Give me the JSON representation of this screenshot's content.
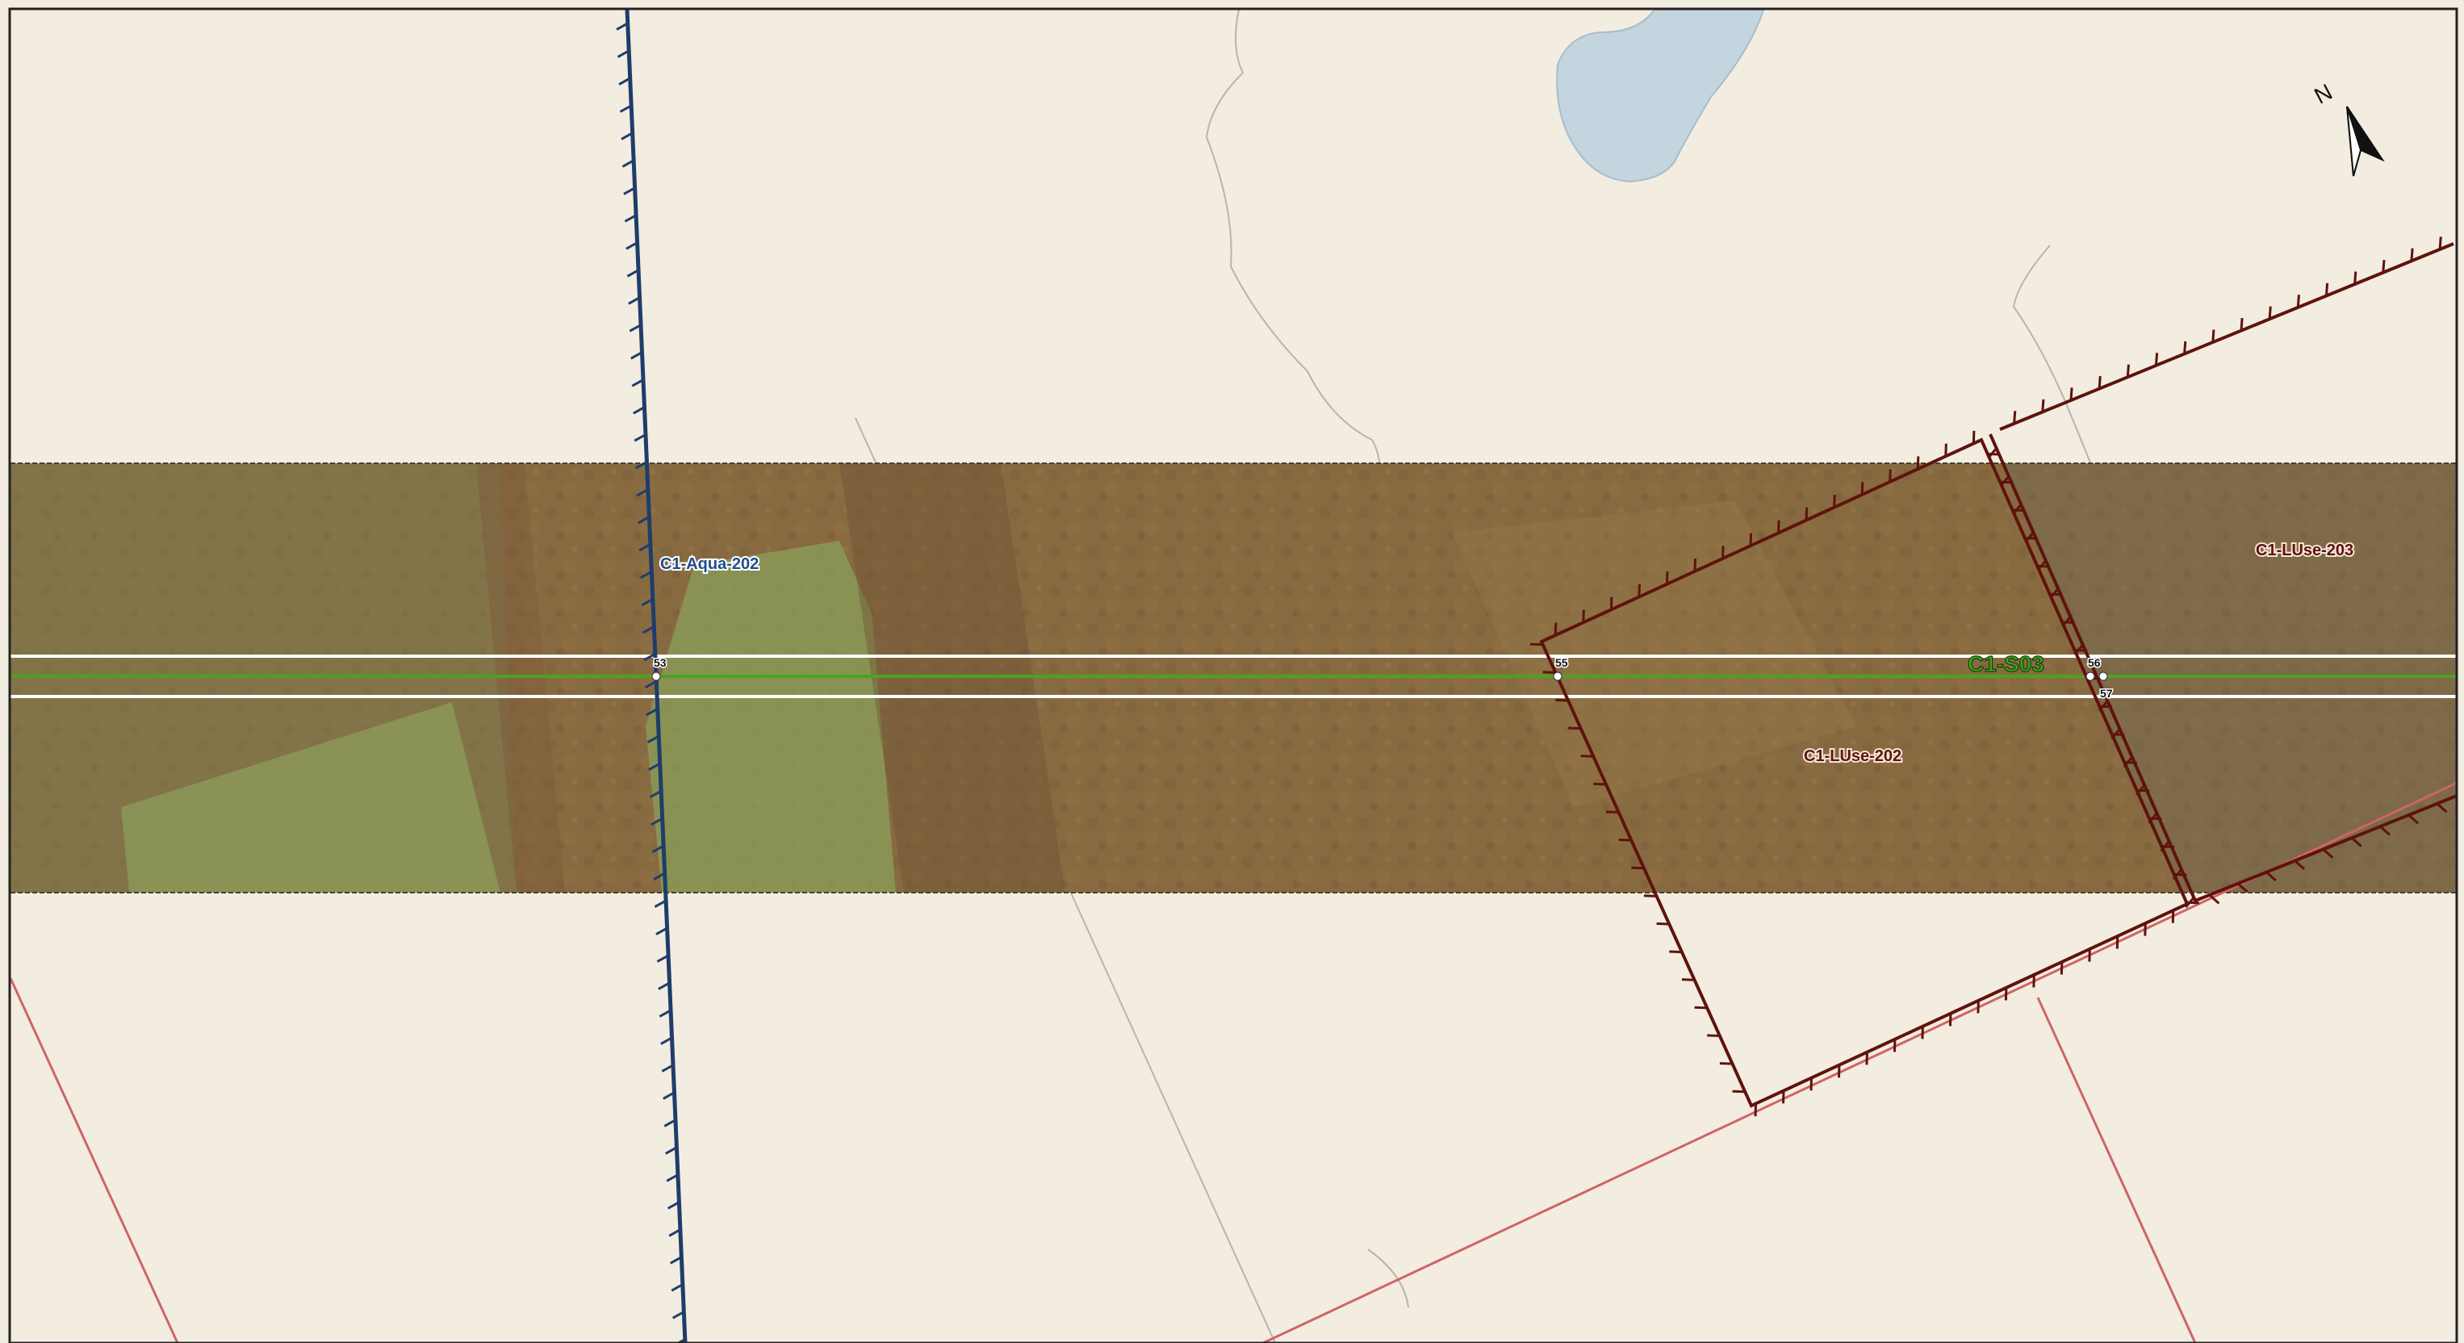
{
  "map": {
    "colors": {
      "background": "#f3ece0",
      "water": "#c3d5df",
      "imagery": "#8a6a40",
      "aquifer_line": "#1f3d6b",
      "land_use_line": "#5e130c",
      "parcel_line": "#cf6467",
      "path_line": "#b8b4ae",
      "centerline": "#4aa320",
      "corridor_edge": "#ffffff"
    },
    "north_arrow": {
      "label": "N"
    },
    "corridor": {
      "label": "C1-S03"
    },
    "zones": [
      {
        "id": "aqua",
        "label": "C1-Aqua-202"
      },
      {
        "id": "luse202",
        "label": "C1-LUse-202"
      },
      {
        "id": "luse203",
        "label": "C1-LUse-203"
      }
    ],
    "stations": [
      "53",
      "55",
      "56",
      "57"
    ]
  }
}
